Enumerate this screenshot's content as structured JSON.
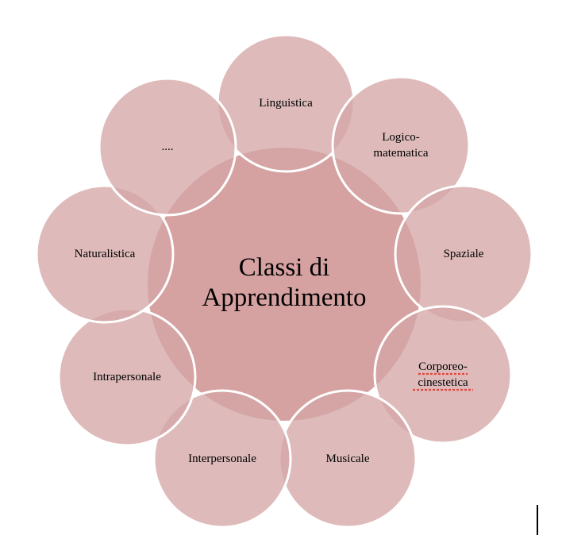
{
  "diagram": {
    "center": {
      "lines": [
        "Classi di",
        "Apprendimento"
      ]
    },
    "petals": [
      {
        "id": "linguistica",
        "lines": [
          "Linguistica"
        ]
      },
      {
        "id": "logico-matematica",
        "lines": [
          "Logico-",
          "matematica"
        ]
      },
      {
        "id": "spaziale",
        "lines": [
          "Spaziale"
        ]
      },
      {
        "id": "corporeo-cinestetica",
        "lines": [
          "Corporeo-",
          "cinestetica"
        ],
        "spellcheck": true
      },
      {
        "id": "musicale",
        "lines": [
          "Musicale"
        ]
      },
      {
        "id": "interpersonale",
        "lines": [
          "Interpersonale"
        ]
      },
      {
        "id": "intrapersonale",
        "lines": [
          "Intrapersonale"
        ]
      },
      {
        "id": "naturalistica",
        "lines": [
          "Naturalistica"
        ]
      },
      {
        "id": "ellipsis",
        "lines": [
          "...."
        ]
      }
    ]
  },
  "colors": {
    "petal_fill": "#d5a7a7",
    "center_fill": "#cf9191",
    "outline": "#ffffff",
    "text": "#000000",
    "spellcheck": "#e0463c"
  }
}
